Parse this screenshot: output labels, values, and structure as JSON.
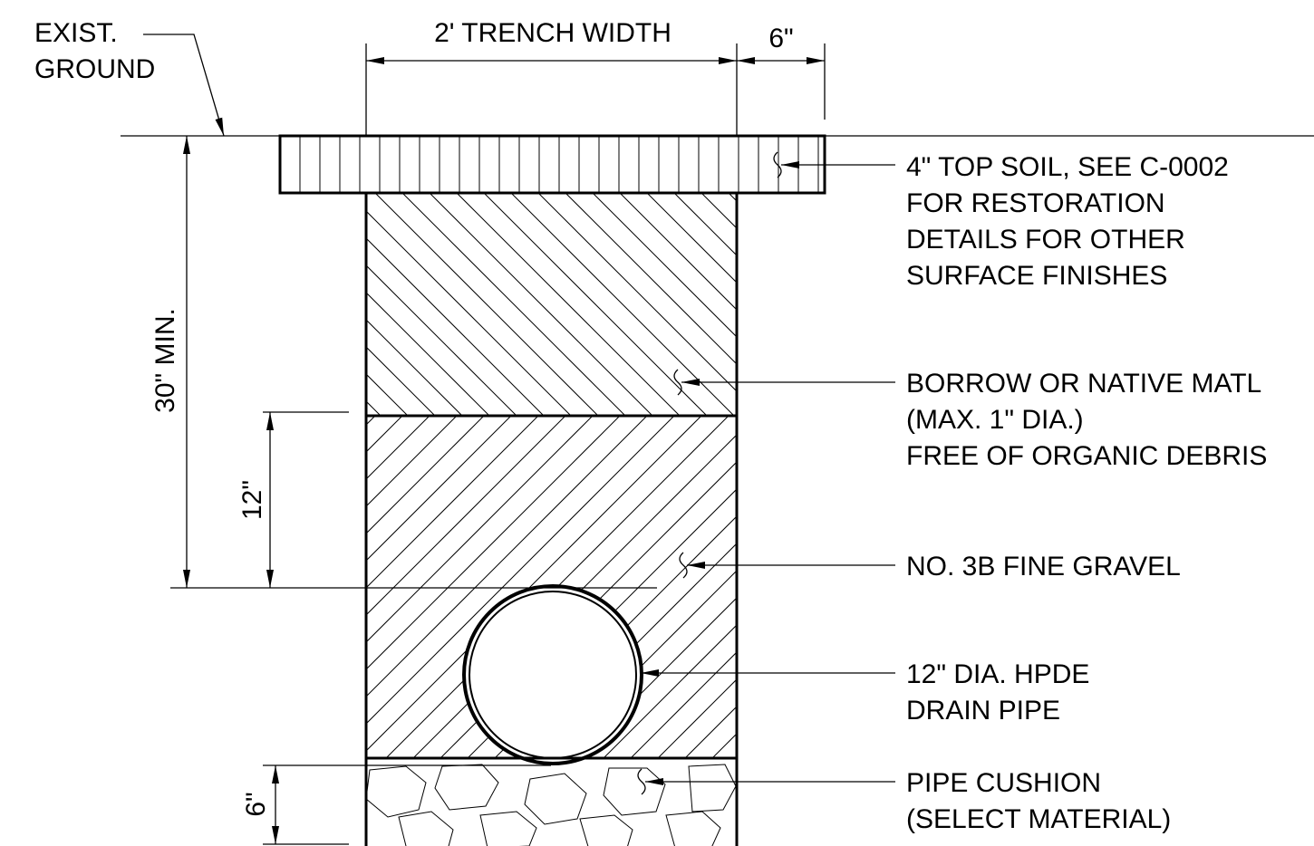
{
  "labels": {
    "exist_ground_1": "EXIST.",
    "exist_ground_2": "GROUND",
    "trench_width": "2' TRENCH WIDTH",
    "offset_top": "6\"",
    "depth_min": "30\" MIN.",
    "cover_above_pipe": "12\"",
    "cushion_depth": "6\"",
    "topsoil_1": "4\" TOP SOIL, SEE C-0002",
    "topsoil_2": "FOR RESTORATION",
    "topsoil_3": "DETAILS FOR OTHER",
    "topsoil_4": "SURFACE FINISHES",
    "borrow_1": "BORROW OR NATIVE MATL",
    "borrow_2": "(MAX. 1\" DIA.)",
    "borrow_3": "FREE OF ORGANIC DEBRIS",
    "gravel_1": "NO. 3B FINE GRAVEL",
    "pipe_1": "12\" DIA. HPDE",
    "pipe_2": "DRAIN PIPE",
    "cushion_1": "PIPE CUSHION",
    "cushion_2": "(SELECT MATERIAL)"
  },
  "colors": {
    "ink": "#000000",
    "paper": "#ffffff"
  }
}
